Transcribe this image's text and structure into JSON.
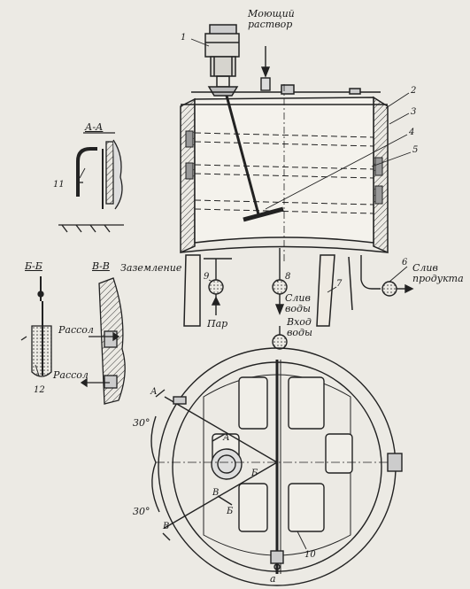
{
  "labels": {
    "washing_solution": "Моющий\nраствор",
    "grounding": "Заземление",
    "steam": "Пар",
    "water_drain": "Слив\nводы",
    "water_inlet": "Вход\nводы",
    "product_drain": "Слив\nпродукта",
    "brine_top": "Рассол",
    "brine_bottom": "Рассол",
    "figure_letter": "а"
  },
  "section_titles": {
    "aa": "А-А",
    "bb": "Б-Б",
    "vv": "В-В"
  },
  "section_marks": {
    "a1": "А",
    "a2": "А",
    "b1": "Б",
    "b2": "Б",
    "v1": "В",
    "v2": "В"
  },
  "angles": {
    "upper": "30°",
    "lower": "30°"
  },
  "callouts": {
    "n1": "1",
    "n2": "2",
    "n3": "3",
    "n4": "4",
    "n5": "5",
    "n6": "6",
    "n7": "7",
    "n8": "8",
    "n9": "9",
    "n10": "10",
    "n11": "11",
    "n12": "12"
  }
}
